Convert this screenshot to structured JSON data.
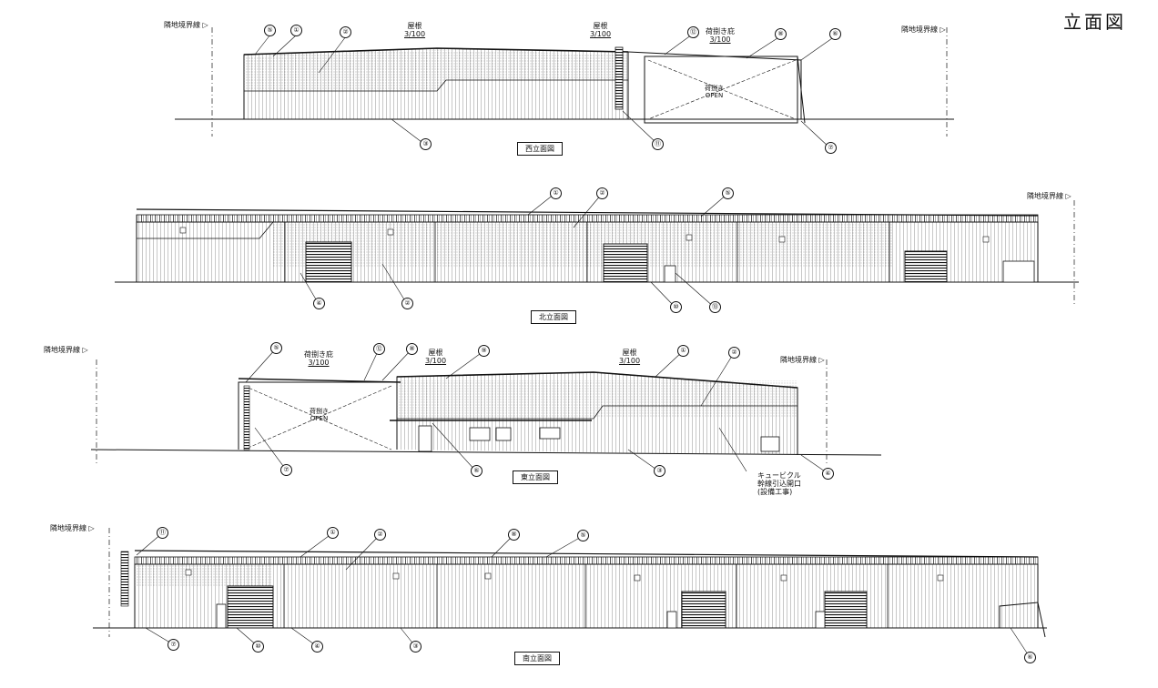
{
  "sheet_title": "立面図",
  "boundary_label": "隣地境界線",
  "elevations": {
    "west": {
      "title": "西立面図",
      "roof_notes": [
        {
          "text": "屋根",
          "slope": "3/100"
        },
        {
          "text": "屋根",
          "slope": "3/100"
        },
        {
          "text": "荷捌き庇",
          "slope": "3/100"
        }
      ],
      "open_text": [
        "荷捌き",
        "OPEN"
      ],
      "callouts": [
        "⑤",
        "①",
        "②",
        "⑫",
        "⑧",
        "⑥",
        "③",
        "⑪",
        "⑦"
      ]
    },
    "north": {
      "title": "北立面図",
      "callouts": [
        "①",
        "②",
        "⑤",
        "④",
        "②",
        "⑩",
        "⑬"
      ]
    },
    "east": {
      "title": "東立面図",
      "roof_notes": [
        {
          "text": "荷捌き庇",
          "slope": "3/100"
        },
        {
          "text": "屋根",
          "slope": "3/100"
        },
        {
          "text": "屋根",
          "slope": "3/100"
        }
      ],
      "open_text": [
        "荷捌き",
        "OPEN"
      ],
      "callouts": [
        "⑤",
        "⑫",
        "⑧",
        "⑨",
        "①",
        "②",
        "⑦",
        "⑥",
        "③",
        "④"
      ],
      "cubicle_note": [
        "キュービクル",
        "幹線引込開口",
        "(設備工事)"
      ]
    },
    "south": {
      "title": "南立面図",
      "callouts": [
        "⑪",
        "①",
        "②",
        "⑧",
        "⑤",
        "⑦",
        "⑩",
        "④",
        "③",
        "⑥"
      ]
    }
  }
}
